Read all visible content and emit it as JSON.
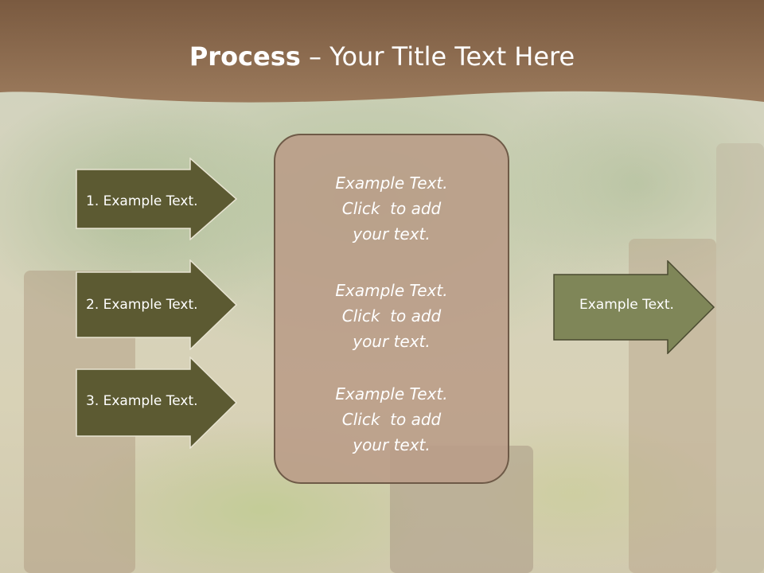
{
  "slide": {
    "title_bold": "Process",
    "title_rest": " – Your Title Text Here"
  },
  "left_arrows": [
    {
      "label": "1. Example Text."
    },
    {
      "label": "2. Example Text."
    },
    {
      "label": "3. Example Text."
    }
  ],
  "center_box": {
    "blocks": [
      {
        "line1": "Example Text.",
        "line2": "Click  to add",
        "line3": "your text."
      },
      {
        "line1": "Example Text.",
        "line2": "Click  to add",
        "line3": "your text."
      },
      {
        "line1": "Example Text.",
        "line2": "Click  to add",
        "line3": "your text."
      }
    ]
  },
  "right_arrow": {
    "label": "Example Text."
  },
  "colors": {
    "title_band": "#8a6a4f",
    "left_arrow_fill": "#5c5a32",
    "right_arrow_fill": "#7f8658",
    "center_box_fill": "#ba9c87"
  }
}
